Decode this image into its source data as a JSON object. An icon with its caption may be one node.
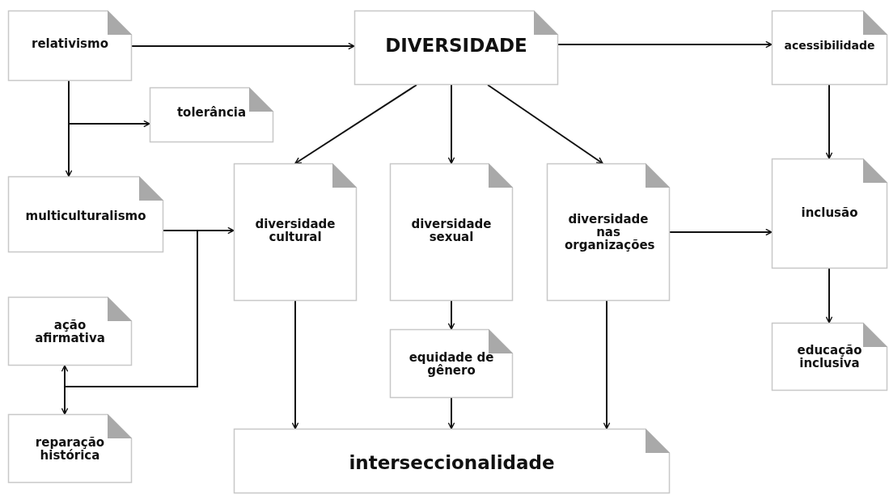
{
  "diagram": {
    "nodes": [
      {
        "text": [
          "relativismo"
        ]
      },
      {
        "text": [
          "DIVERSIDADE"
        ]
      },
      {
        "text": [
          "acessibilidade"
        ]
      },
      {
        "text": [
          "tolerância"
        ]
      },
      {
        "text": [
          "multiculturalismo"
        ]
      },
      {
        "text": [
          "diversidade cultural"
        ]
      },
      {
        "text": [
          "diversidade sexual"
        ]
      },
      {
        "text": [
          "diversidade nas organizações"
        ]
      },
      {
        "text": [
          "inclusão"
        ]
      },
      {
        "text": [
          "ação afirmativa"
        ]
      },
      {
        "text": [
          "equidade de gênero"
        ]
      },
      {
        "text": [
          "educação inclusiva"
        ]
      },
      {
        "text": [
          "reparação histórica"
        ]
      },
      {
        "text": [
          "interseccionalidade"
        ]
      }
    ],
    "edges": [
      {
        "from": 0,
        "to": 1,
        "arrow": "to"
      },
      {
        "from": 1,
        "to": 2,
        "arrow": "to"
      },
      {
        "from": 0,
        "to": 3,
        "arrow": "to"
      },
      {
        "from": 0,
        "to": 4,
        "arrow": "to"
      },
      {
        "from": 1,
        "to": 5,
        "arrow": "to"
      },
      {
        "from": 1,
        "to": 6,
        "arrow": "to"
      },
      {
        "from": 1,
        "to": 7,
        "arrow": "to"
      },
      {
        "from": 4,
        "to": 5,
        "arrow": "to"
      },
      {
        "from": 4,
        "to": 9,
        "arrow": "to"
      },
      {
        "from": 4,
        "to": 12,
        "arrow": "to"
      },
      {
        "from": 6,
        "to": 10,
        "arrow": "to"
      },
      {
        "from": 5,
        "to": 13,
        "arrow": "to"
      },
      {
        "from": 10,
        "to": 13,
        "arrow": "to"
      },
      {
        "from": 7,
        "to": 13,
        "arrow": "to"
      },
      {
        "from": 7,
        "to": 8,
        "arrow": "to"
      },
      {
        "from": 2,
        "to": 8,
        "arrow": "to"
      },
      {
        "from": 8,
        "to": 11,
        "arrow": "to"
      }
    ]
  }
}
